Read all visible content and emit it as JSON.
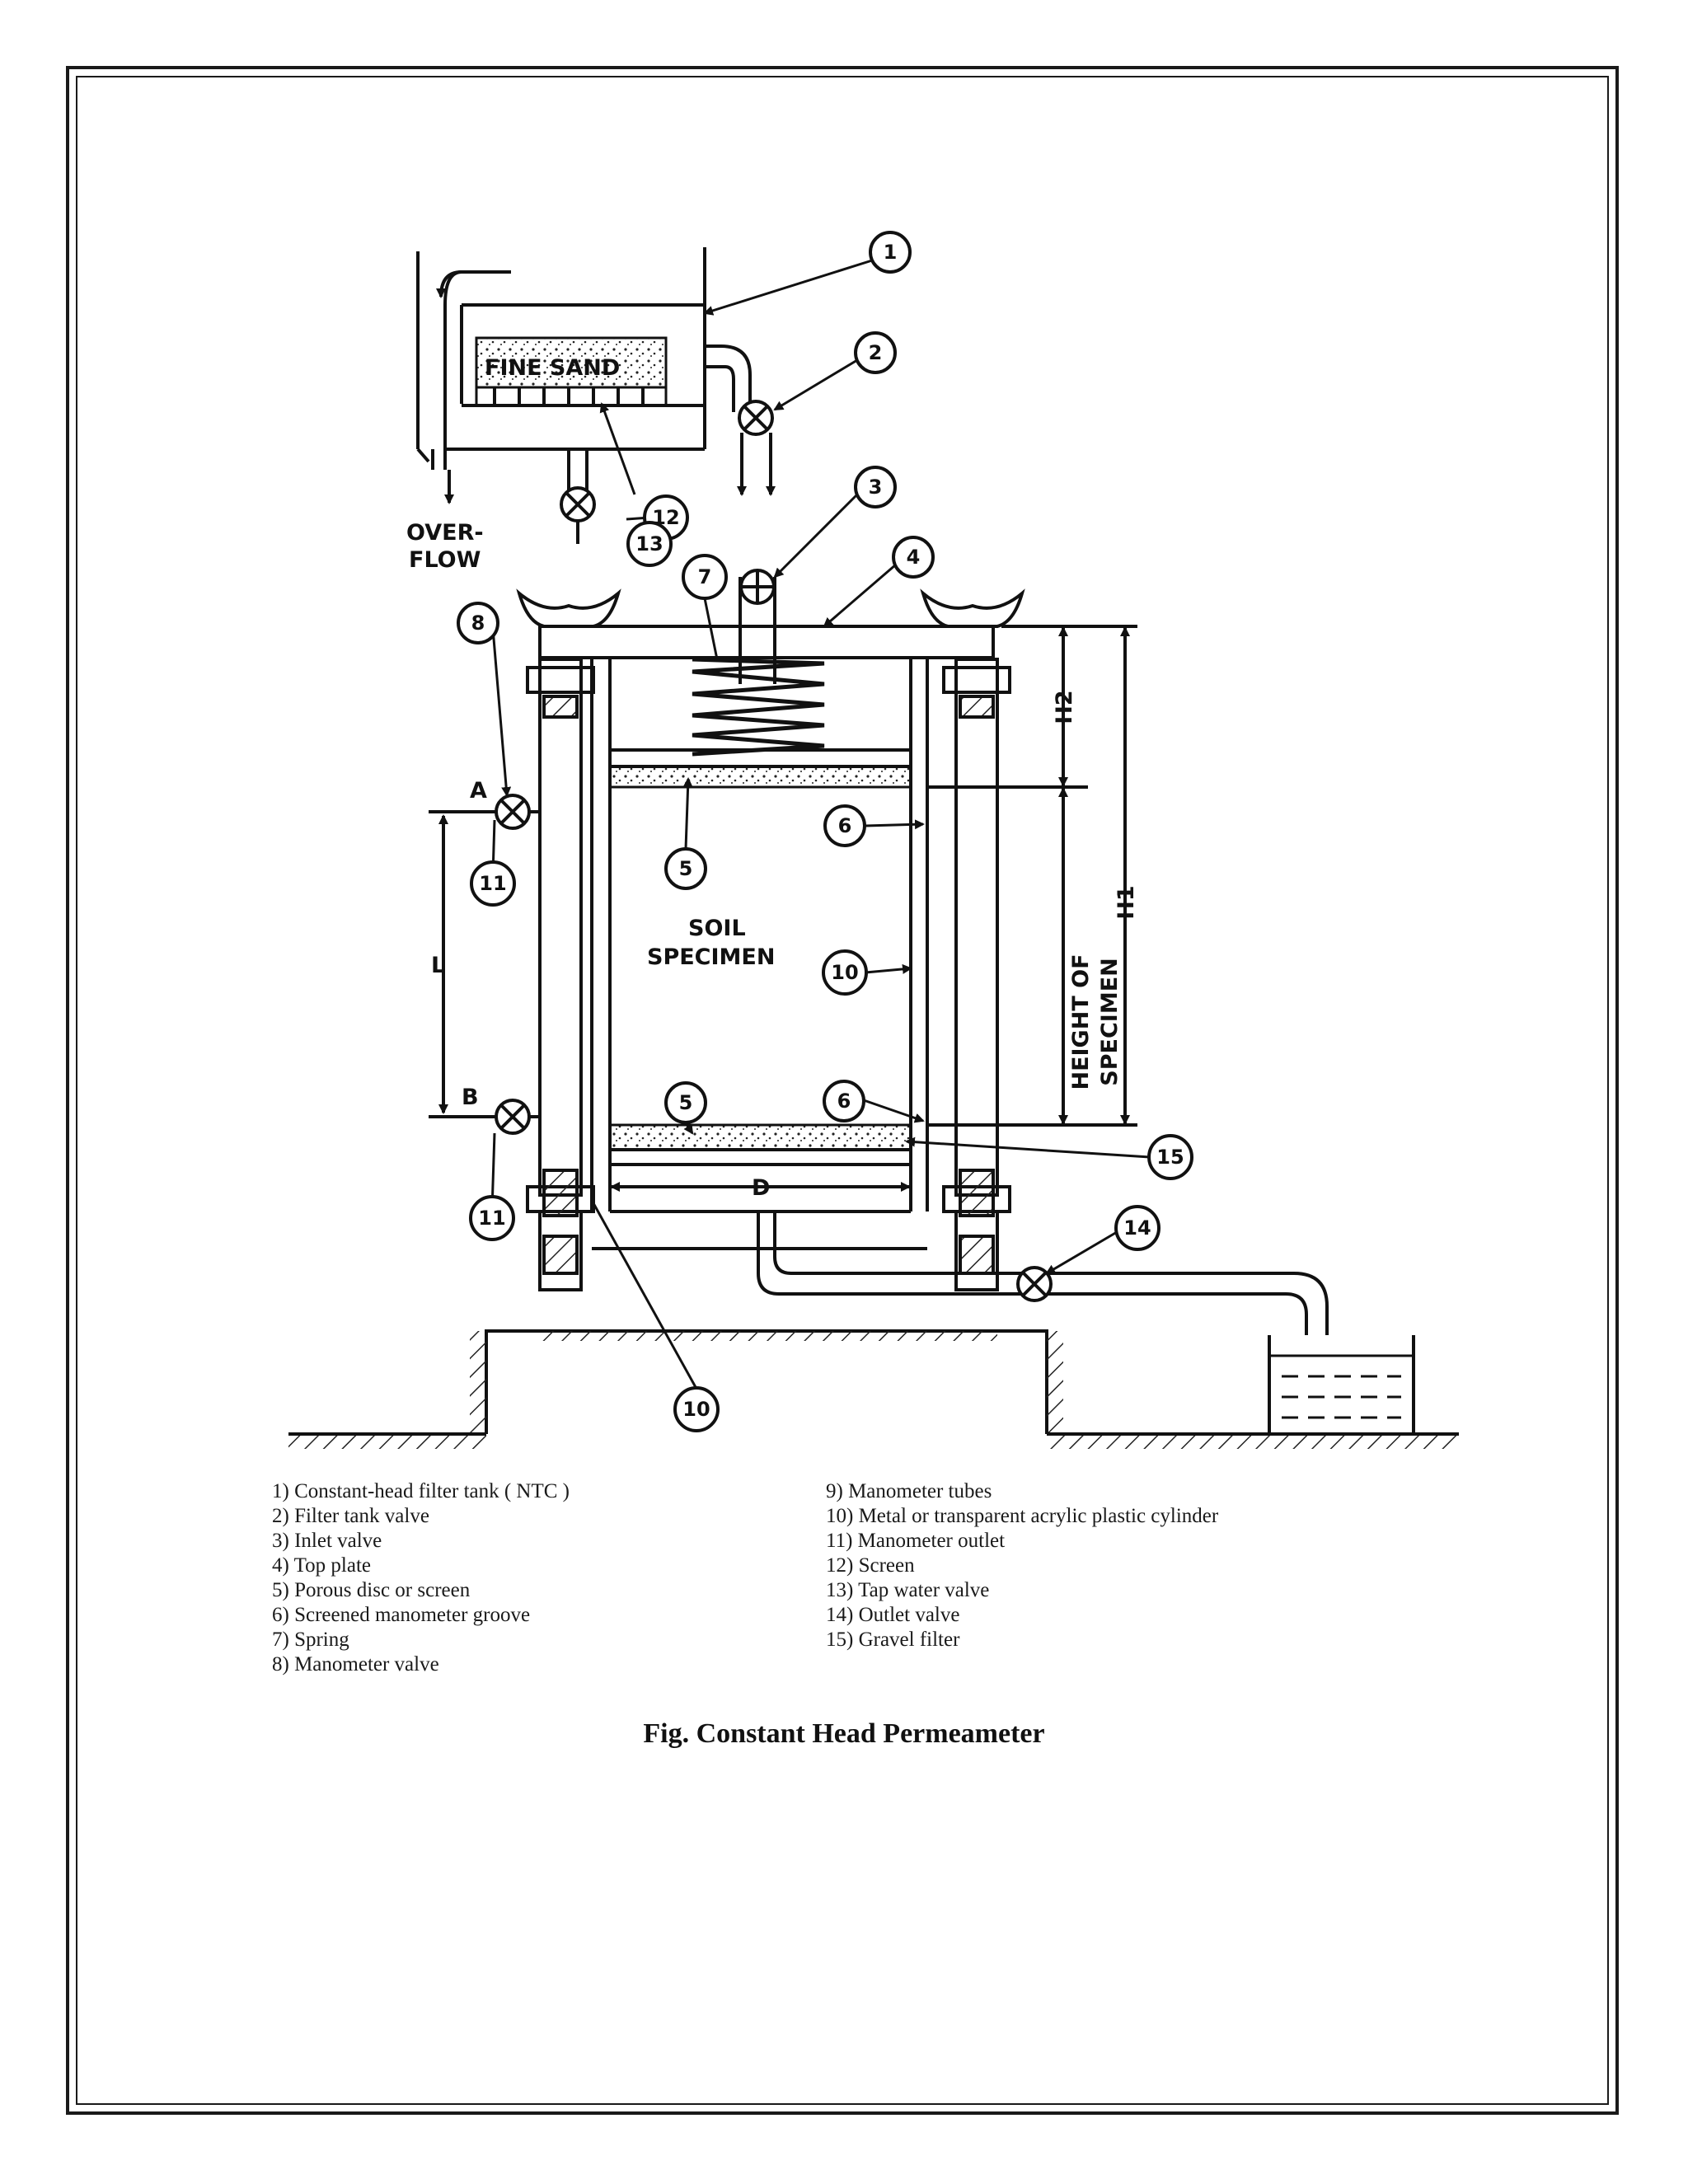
{
  "figure": {
    "caption": "Fig. Constant Head Permeameter",
    "labels": {
      "fine_sand": "FINE SAND",
      "overflow_1": "OVER-",
      "overflow_2": "FLOW",
      "soil_1": "SOIL",
      "soil_2": "SPECIMEN",
      "height_of": "HEIGHT OF",
      "specimen": "SPECIMEN",
      "h1": "H1",
      "h2": "H2",
      "l": "L",
      "d": "D",
      "a": "A",
      "b": "B"
    },
    "callouts": {
      "c1": "1",
      "c2": "2",
      "c3": "3",
      "c4": "4",
      "c5a": "5",
      "c5b": "5",
      "c6a": "6",
      "c6b": "6",
      "c7": "7",
      "c8": "8",
      "c10a": "10",
      "c10b": "10",
      "c11a": "11",
      "c11b": "11",
      "c12": "12",
      "c13": "13",
      "c14": "14",
      "c15": "15"
    }
  },
  "legend": {
    "left": [
      "1)  Constant-head filter tank ( NTC )",
      "2)  Filter tank valve",
      "3)  Inlet valve",
      "4)  Top plate",
      "5)  Porous disc or screen",
      "6)  Screened manometer groove",
      "7)  Spring",
      "8)  Manometer valve"
    ],
    "right": [
      "  9)  Manometer tubes",
      "10)  Metal or transparent acrylic plastic cylinder",
      "11)  Manometer outlet",
      "12)  Screen",
      "13)  Tap water valve",
      "14)  Outlet valve",
      "15)  Gravel filter"
    ]
  }
}
